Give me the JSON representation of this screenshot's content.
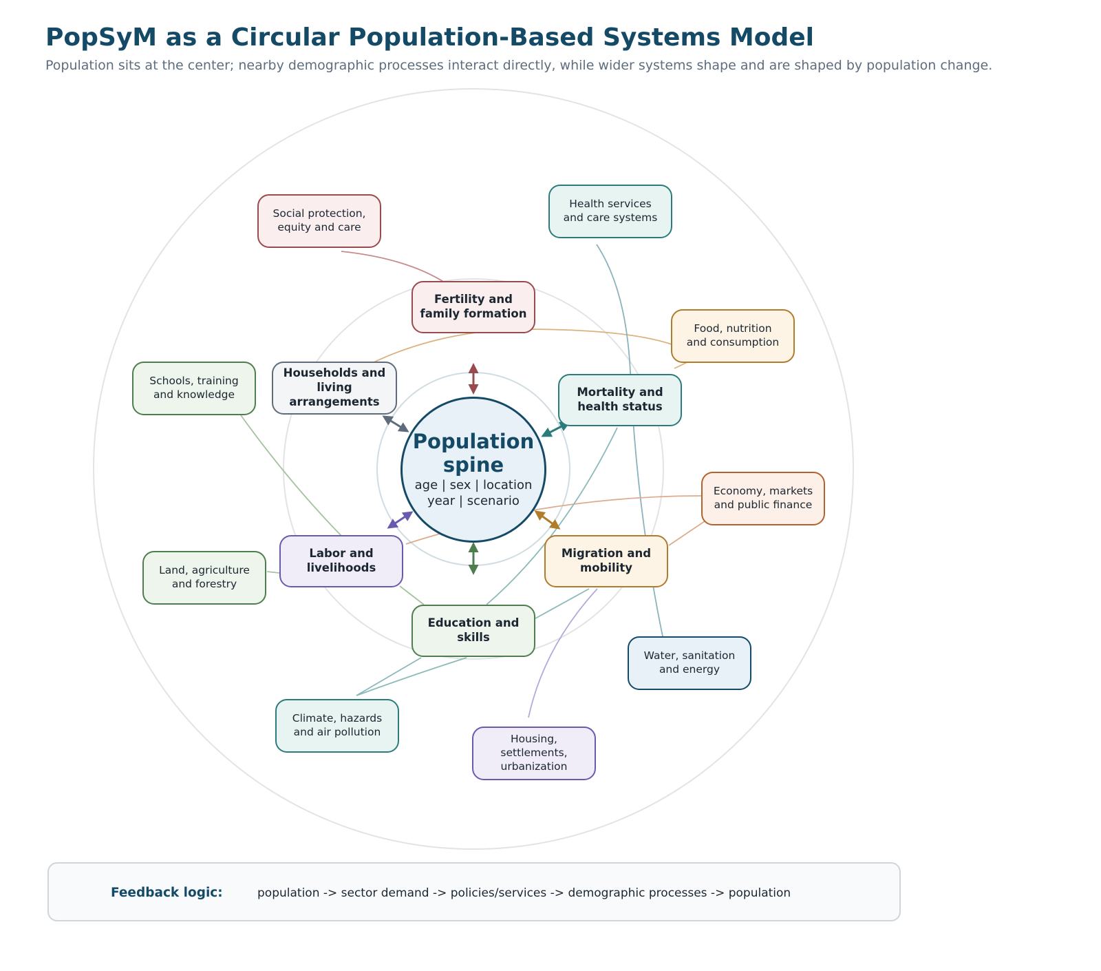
{
  "header": {
    "title": "PopSyM as a Circular Population-Based Systems Model",
    "subtitle": "Population sits at the center; nearby demographic processes interact directly, while wider systems shape and are shaped by population change."
  },
  "center": {
    "title": "Population\nspine",
    "subtitle": "age | sex | location\nyear | scenario"
  },
  "inner_nodes": [
    {
      "id": "fertility",
      "label": "Fertility and\nfamily formation",
      "border": "#984b4d",
      "fill": "#fbeeee"
    },
    {
      "id": "mortality",
      "label": "Mortality and\nhealth status",
      "border": "#2c7b7b",
      "fill": "#e8f4f2"
    },
    {
      "id": "migration",
      "label": "Migration and\nmobility",
      "border": "#b07c2c",
      "fill": "#fdf4e6"
    },
    {
      "id": "education",
      "label": "Education and\nskills",
      "border": "#4e7d4e",
      "fill": "#edf5ec"
    },
    {
      "id": "labor",
      "label": "Labor and\nlivelihoods",
      "border": "#6a5aad",
      "fill": "#f0edf9"
    },
    {
      "id": "households",
      "label": "Households and\nliving\narrangements",
      "border": "#5d6b7b",
      "fill": "#f3f5f7"
    }
  ],
  "outer_nodes": [
    {
      "id": "social",
      "label": "Social protection,\nequity and care",
      "border": "#984b4d",
      "fill": "#fbeeee"
    },
    {
      "id": "health",
      "label": "Health services\nand care systems",
      "border": "#2c7b7b",
      "fill": "#e8f4f2"
    },
    {
      "id": "food",
      "label": "Food, nutrition\nand consumption",
      "border": "#b07c2c",
      "fill": "#fdf4e6"
    },
    {
      "id": "economy",
      "label": "Economy, markets\nand public finance",
      "border": "#b3612d",
      "fill": "#fdf0e8"
    },
    {
      "id": "water",
      "label": "Water, sanitation\nand energy",
      "border": "#154a66",
      "fill": "#e9f1f8"
    },
    {
      "id": "housing",
      "label": "Housing,\nsettlements,\nurbanization",
      "border": "#6a5aad",
      "fill": "#f0edf9"
    },
    {
      "id": "climate",
      "label": "Climate, hazards\nand air pollution",
      "border": "#2c7b7b",
      "fill": "#e8f4f2"
    },
    {
      "id": "land",
      "label": "Land, agriculture\nand forestry",
      "border": "#4e7d4e",
      "fill": "#edf5ec"
    },
    {
      "id": "schools",
      "label": "Schools, training\nand knowledge",
      "border": "#4e7d4e",
      "fill": "#edf5ec"
    }
  ],
  "footer": {
    "label": "Feedback logic:",
    "text": "population -> sector demand -> policies/services -> demographic processes -> population"
  }
}
